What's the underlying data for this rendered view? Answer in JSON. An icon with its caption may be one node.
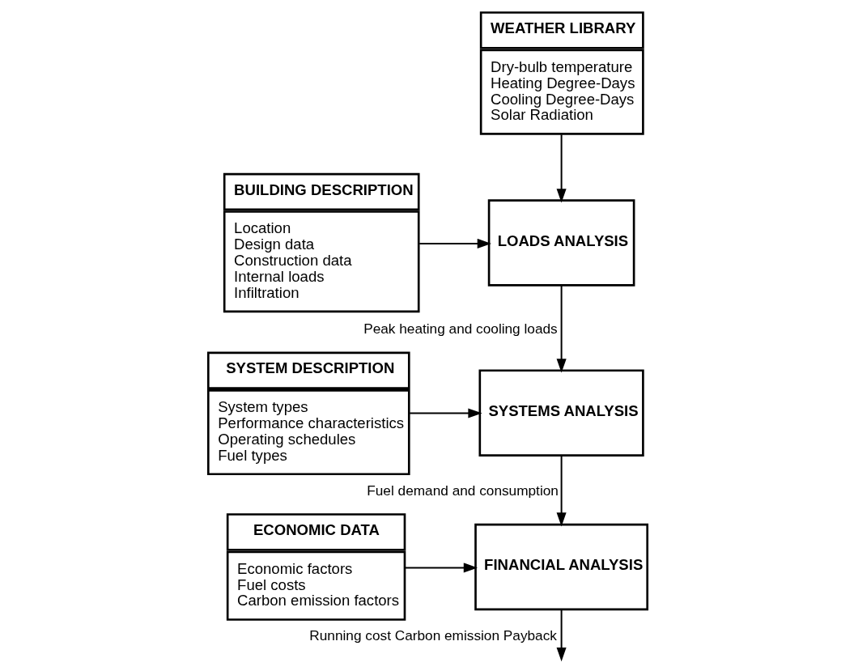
{
  "diagram": {
    "nodes": [
      {
        "text": [
          "BUILDING DESCRIPTION",
          "Location",
          "Design data",
          "Construction data",
          "Internal loads",
          "Infiltration"
        ]
      },
      {
        "text": [
          "WEATHER LIBRARY",
          "Dry-bulb temperature",
          "Heating Degree-Days",
          "Cooling Degree-Days",
          "Solar Radiation"
        ]
      },
      {
        "text": [
          "LOADS ANALYSIS"
        ]
      },
      {
        "text": [
          "SYSTEM DESCRIPTION",
          "System types",
          "Performance characteristics",
          "Operating schedules",
          "Fuel types"
        ]
      },
      {
        "text": [
          "SYSTEMS ANALYSIS"
        ]
      },
      {
        "text": [
          "ECONOMIC DATA",
          "Economic factors",
          "Fuel costs",
          "Carbon emission factors"
        ]
      },
      {
        "text": [
          "FINANCIAL ANALYSIS"
        ]
      }
    ],
    "edges": [
      {
        "from": 0,
        "to": 2,
        "arrow": "to"
      },
      {
        "from": 1,
        "to": 2,
        "arrow": "to"
      },
      {
        "from": 2,
        "to": 4,
        "arrow": "to",
        "label": "Peak heating and cooling loads"
      },
      {
        "from": 3,
        "to": 4,
        "arrow": "to"
      },
      {
        "from": 4,
        "to": 6,
        "arrow": "to",
        "label": "Fuel demand and consumption"
      },
      {
        "from": 5,
        "to": 6,
        "arrow": "to"
      },
      {
        "from": 6,
        "to": null,
        "arrow": "to",
        "label": "Running cost Carbon emission Payback"
      }
    ]
  }
}
